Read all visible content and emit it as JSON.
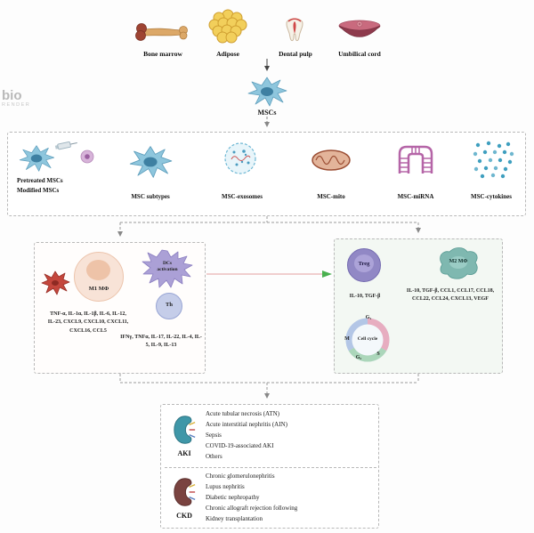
{
  "watermark": {
    "line1": "bio",
    "line2": "RENDER"
  },
  "sources": [
    {
      "label": "Bone marrow"
    },
    {
      "label": "Adipose"
    },
    {
      "label": "Dental pulp"
    },
    {
      "label": "Umbilical cord"
    }
  ],
  "mscs_label": "MSCs",
  "modalities": {
    "pretreated_line1": "Pretreated MSCs",
    "pretreated_line2": "Modified MSCs",
    "subtypes": "MSC subtypes",
    "exosomes": "MSC-exosomes",
    "mito": "MSC-mito",
    "mirna": "MSC-miRNA",
    "cytokines": "MSC-cytokines"
  },
  "immune_panel": {
    "m1_label": "M1 MΦ",
    "dcs_line1": "DCs",
    "dcs_line2": "activation",
    "th_label": "Th",
    "proinflammatory": "TNF-α, IL-1α, IL-1β, IL-6, IL-12, IL-23, CXCL9, CXCL10, CXCL11, CXCL16, CCL5",
    "th_cytokines": "IFNγ, TNFα, IL-17, IL-22, IL-4, IL-5, IL-9, IL-13"
  },
  "regulatory_panel": {
    "treg_label": "Treg",
    "m2_label": "M2 MΦ",
    "treg_cytokines": "IL-10, TGF-β",
    "m2_cytokines": "IL-10, TGF-β, CCL1, CCL17, CCL18, CCL22, CCL24, CXCL13, VEGF",
    "cell_cycle": {
      "label": "Cell cycle",
      "g1": "G₁",
      "s": "S",
      "g2": "G₂",
      "m": "M"
    }
  },
  "diseases": {
    "aki": {
      "label": "AKI",
      "items": [
        "Acute tubular necrosis (ATN)",
        "Acute interstitial nephritis (AIN)",
        "Sepsis",
        "COVID-19-associated AKI",
        "Others"
      ]
    },
    "ckd": {
      "label": "CKD",
      "items": [
        "Chronic glomerulonephritis",
        "Lupus nephritis",
        "Diabetic nephropathy",
        "Chronic allograft rejection following",
        "Kidney transplantation"
      ]
    }
  }
}
